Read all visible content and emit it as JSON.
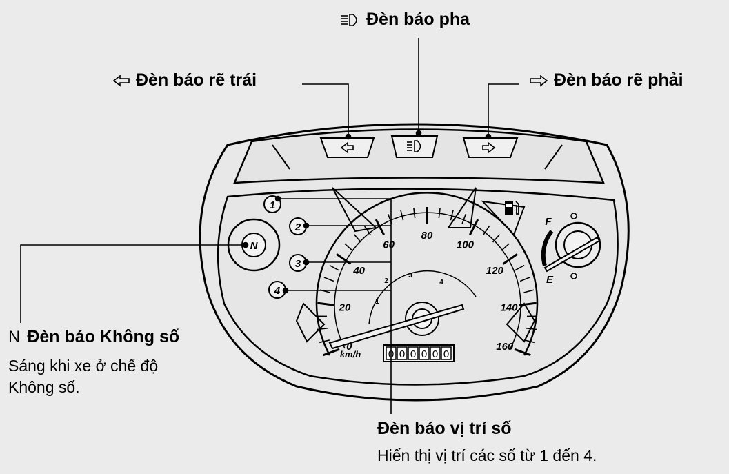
{
  "labels": {
    "high_beam": {
      "title": "Đèn báo pha"
    },
    "left_turn": {
      "title": "Đèn báo rẽ trái"
    },
    "right_turn": {
      "title": "Đèn báo rẽ phải"
    },
    "neutral": {
      "icon_text": "N",
      "title": "Đèn báo Không số",
      "desc_line1": "Sáng khi xe ở chế độ",
      "desc_line2": "Không số."
    },
    "gear_position": {
      "title": "Đèn báo vị trí số",
      "desc": "Hiển thị vị trí các số từ 1 đến 4."
    }
  },
  "gauge": {
    "speed_marks": [
      "0",
      "20",
      "40",
      "60",
      "80",
      "100",
      "120",
      "140",
      "160"
    ],
    "unit": "km/h",
    "odometer": [
      "0",
      "0",
      "0",
      "0",
      "0",
      "0"
    ],
    "inner_scale": [
      "1",
      "2",
      "3",
      "4"
    ],
    "gear_lights": [
      "1",
      "2",
      "3",
      "4"
    ],
    "neutral_light": "N",
    "fuel_full": "F",
    "fuel_empty": "E"
  },
  "icons": [
    "left-arrow-icon",
    "high-beam-icon",
    "right-arrow-icon",
    "fuel-pump-icon",
    "neutral-icon"
  ],
  "colors": {
    "background": "#ebebeb",
    "line": "#000000",
    "panel": "#e6e6e6"
  }
}
